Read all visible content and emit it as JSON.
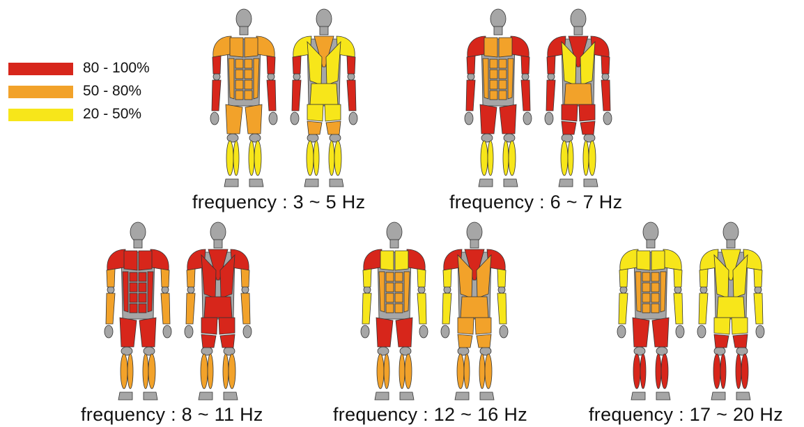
{
  "colors": {
    "high": "#d7261b",
    "mid": "#f2a22a",
    "low": "#f7e61a",
    "none": "#a6a6a6",
    "outline": "#333333"
  },
  "legend": [
    {
      "label": "80 - 100%",
      "color": "#d7261b"
    },
    {
      "label": "50 - 80%",
      "color": "#f2a22a"
    },
    {
      "label": "20 - 50%",
      "color": "#f7e61a"
    }
  ],
  "panels": [
    {
      "caption": "frequency : 3 ~ 5 Hz",
      "front": {
        "chest": "mid",
        "shoulders": "mid",
        "arms": "high",
        "forearms": "high",
        "abs": "mid",
        "thighs": "mid",
        "calves": "low"
      },
      "back": {
        "traps": "mid",
        "upperback": "low",
        "shoulders": "low",
        "arms": "high",
        "forearms": "high",
        "lowerback": "low",
        "glutes": "low",
        "hamstrings": "mid",
        "calves": "low"
      }
    },
    {
      "caption": "frequency : 6 ~ 7 Hz",
      "front": {
        "chest": "mid",
        "shoulders": "high",
        "arms": "high",
        "forearms": "high",
        "abs": "mid",
        "thighs": "high",
        "calves": "low"
      },
      "back": {
        "traps": "high",
        "upperback": "low",
        "shoulders": "high",
        "arms": "high",
        "forearms": "high",
        "lowerback": "mid",
        "glutes": "high",
        "hamstrings": "high",
        "calves": "low"
      }
    },
    {
      "caption": "frequency : 8 ~ 11 Hz",
      "front": {
        "chest": "high",
        "shoulders": "high",
        "arms": "mid",
        "forearms": "mid",
        "abs": "high",
        "thighs": "high",
        "calves": "mid"
      },
      "back": {
        "traps": "high",
        "upperback": "high",
        "shoulders": "high",
        "arms": "mid",
        "forearms": "mid",
        "lowerback": "high",
        "glutes": "high",
        "hamstrings": "high",
        "calves": "mid"
      }
    },
    {
      "caption": "frequency : 12 ~ 16 Hz",
      "front": {
        "chest": "low",
        "shoulders": "high",
        "arms": "low",
        "forearms": "low",
        "abs": "mid",
        "thighs": "high",
        "calves": "mid"
      },
      "back": {
        "traps": "high",
        "upperback": "mid",
        "shoulders": "high",
        "arms": "low",
        "forearms": "low",
        "lowerback": "mid",
        "glutes": "mid",
        "hamstrings": "mid",
        "calves": "mid"
      }
    },
    {
      "caption": "frequency : 17 ~ 20 Hz",
      "front": {
        "chest": "low",
        "shoulders": "low",
        "arms": "low",
        "forearms": "low",
        "abs": "mid",
        "thighs": "high",
        "calves": "high"
      },
      "back": {
        "traps": "low",
        "upperback": "low",
        "shoulders": "low",
        "arms": "low",
        "forearms": "low",
        "lowerback": "low",
        "glutes": "low",
        "hamstrings": "high",
        "calves": "high"
      }
    }
  ]
}
